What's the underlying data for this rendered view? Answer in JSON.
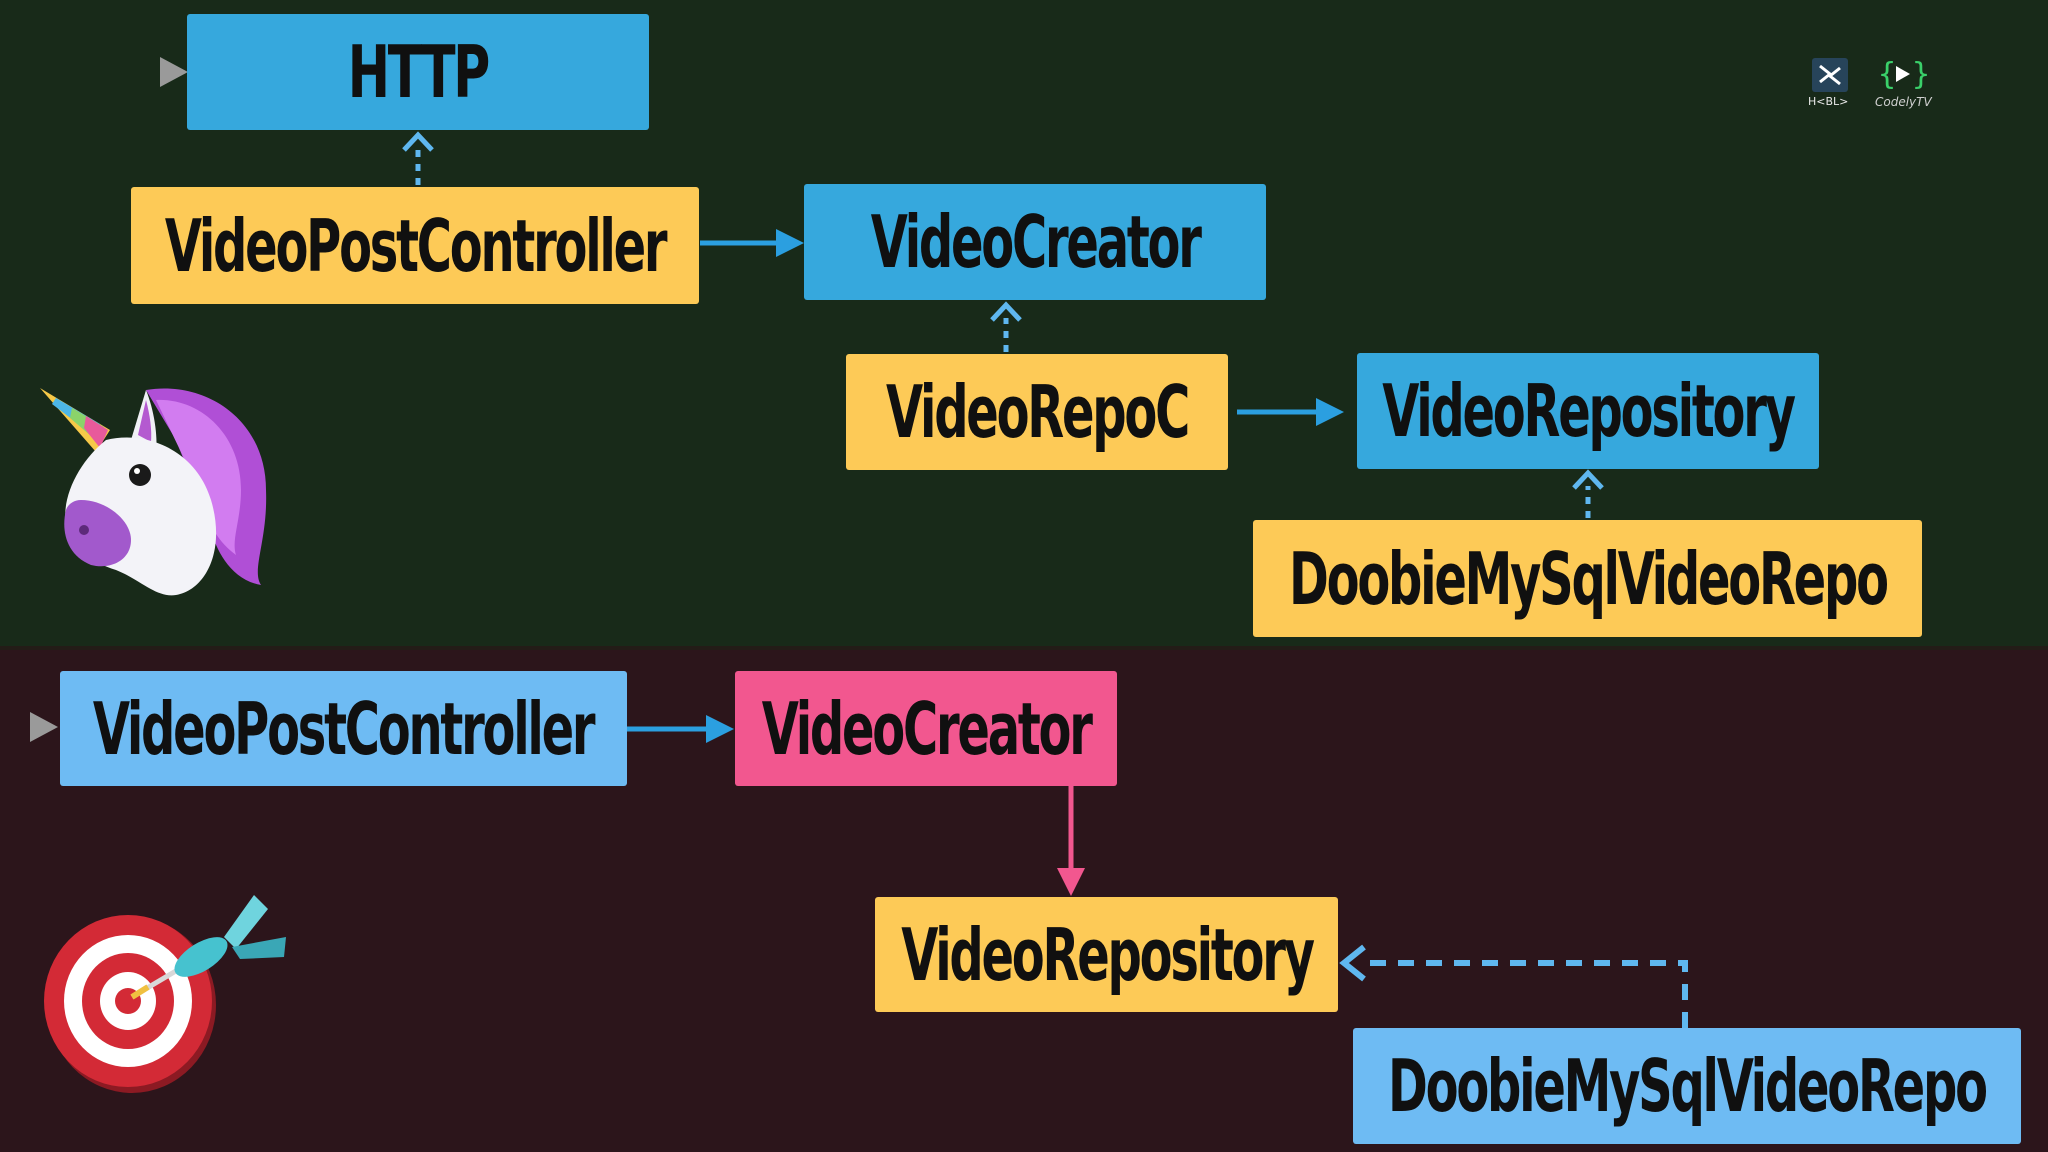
{
  "top": {
    "http": "HTTP",
    "controller": "VideoPostController",
    "creator": "VideoCreator",
    "repo_c": "VideoRepoC",
    "repository": "VideoRepository",
    "doobie": "DoobieMySqlVideoRepo"
  },
  "bottom": {
    "controller": "VideoPostController",
    "creator": "VideoCreator",
    "repository": "VideoRepository",
    "doobie": "DoobieMySqlVideoRepo"
  },
  "logos": {
    "habla_text": "H<BL>",
    "codely_text": "CodelyTV"
  },
  "icons": [
    "unicorn-icon",
    "target-dart-icon"
  ],
  "colors": {
    "top_bg": "#182a19",
    "bottom_bg": "#2c151b",
    "blue": "#36a8dd",
    "yellow": "#fdca57",
    "light_blue": "#6ebbf3",
    "pink": "#f2578f"
  }
}
